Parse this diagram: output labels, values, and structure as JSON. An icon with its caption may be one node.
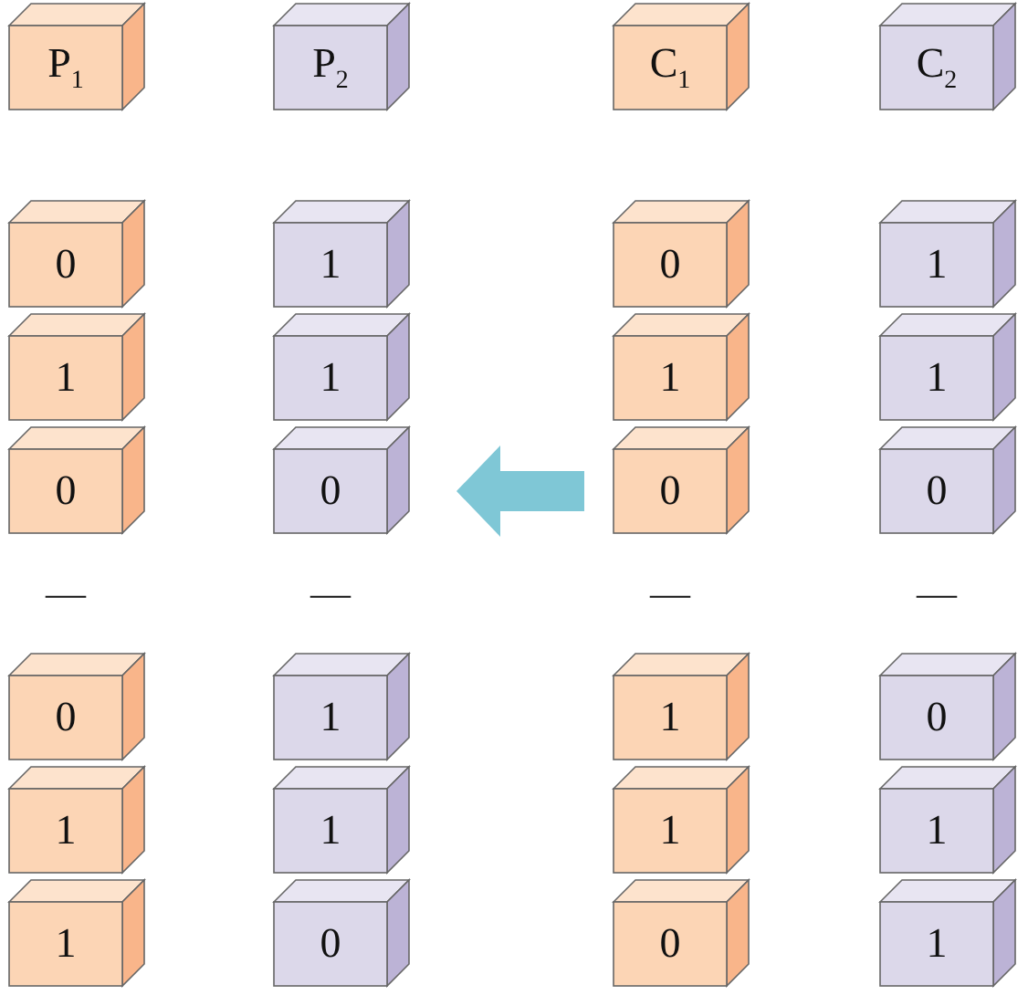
{
  "diagram": {
    "nodes": [
      {
        "text": [
          "P$_{1}$"
        ]
      },
      {
        "text": [
          "P$_{2}$"
        ]
      },
      {
        "text": [
          "C$_{1}$"
        ]
      },
      {
        "text": [
          "C$_{2}$"
        ]
      },
      {
        "text": [
          "0"
        ]
      },
      {
        "text": [
          "1"
        ]
      },
      {
        "text": [
          "0"
        ]
      },
      {
        "text": [
          "1"
        ]
      },
      {
        "text": [
          "1"
        ]
      },
      {
        "text": [
          "1"
        ]
      },
      {
        "text": [
          "1"
        ]
      },
      {
        "text": [
          "1"
        ]
      },
      {
        "text": [
          "0"
        ]
      },
      {
        "text": [
          "0"
        ]
      },
      {
        "text": [
          "0"
        ]
      },
      {
        "text": [
          "0"
        ]
      },
      {
        "text": [
          "0"
        ]
      },
      {
        "text": [
          "1"
        ]
      },
      {
        "text": [
          "1"
        ]
      },
      {
        "text": [
          "0"
        ]
      },
      {
        "text": [
          "1"
        ]
      },
      {
        "text": [
          "1"
        ]
      },
      {
        "text": [
          "1"
        ]
      },
      {
        "text": [
          "1"
        ]
      },
      {
        "text": [
          "1"
        ]
      },
      {
        "text": [
          "0"
        ]
      },
      {
        "text": [
          "0"
        ]
      },
      {
        "text": [
          "1"
        ]
      }
    ],
    "edges": [
      {
        "from": 14,
        "to": 13,
        "arrow": "to",
        "style": "thick",
        "color": "#7fc7d6"
      }
    ],
    "labels": [
      "—",
      "—",
      "—",
      "—"
    ]
  }
}
